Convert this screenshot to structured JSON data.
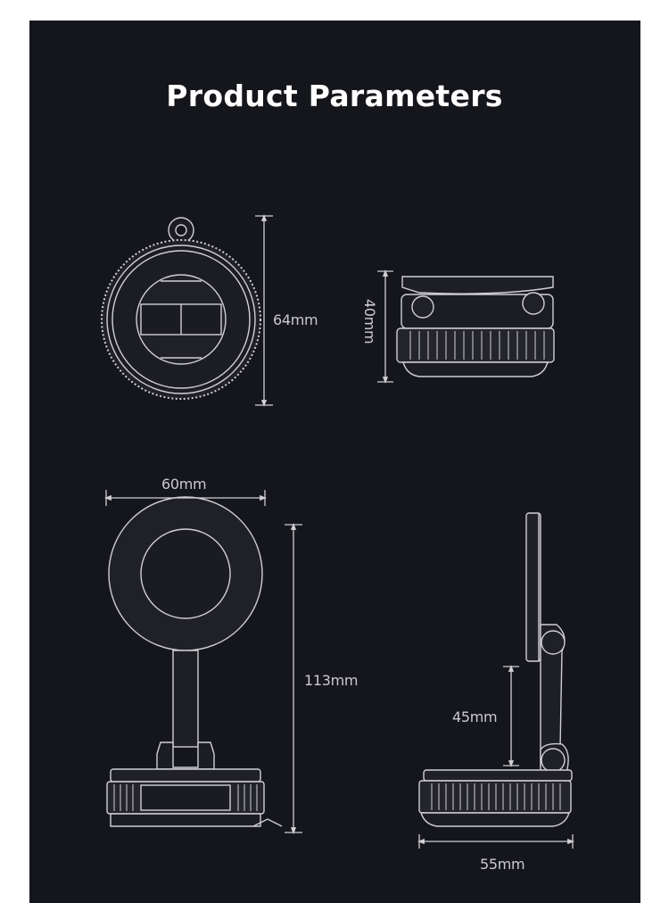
{
  "page": {
    "title": "Product Parameters",
    "colors": {
      "background": "#15161b",
      "panel_outer": "#ffffff",
      "text": "#ffffff",
      "dimension_text": "#c9c9cf",
      "line": "#cfcfd4",
      "device_dark": "#25262b"
    }
  },
  "views": {
    "top_mount": {
      "dimension_label": "64mm"
    },
    "side_mount": {
      "dimension_label": "40mm"
    },
    "front_stand": {
      "width_label": "60mm",
      "height_label": "113mm"
    },
    "side_stand": {
      "arm_label": "45mm",
      "base_label": "55mm"
    }
  }
}
